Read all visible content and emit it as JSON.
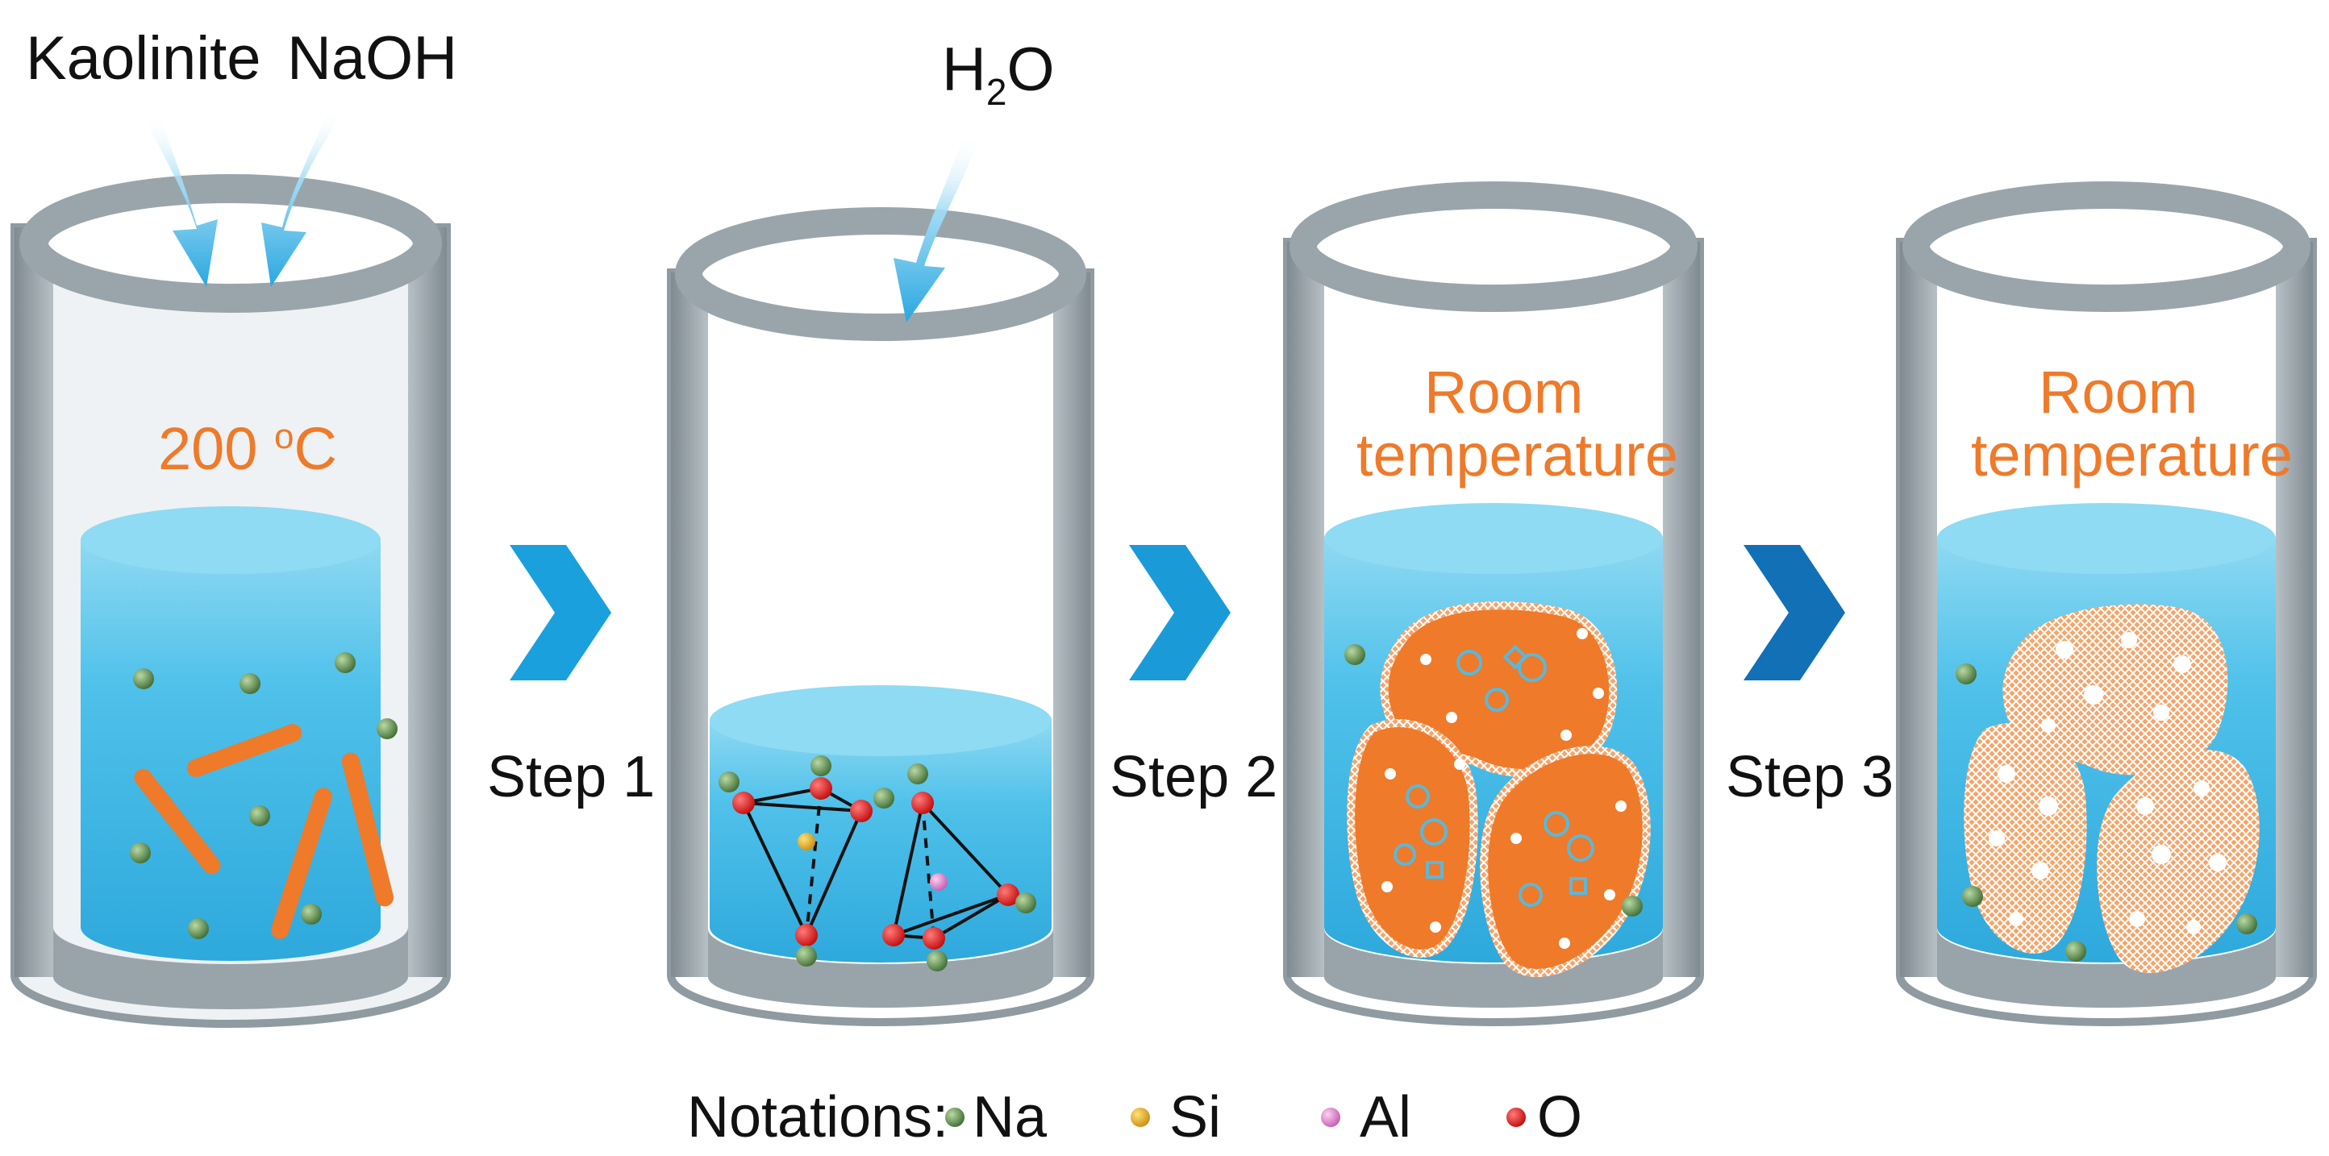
{
  "inputs": {
    "kaolinite": "Kaolinite",
    "naoh": "NaOH",
    "water_main": "H",
    "water_sub": "2",
    "water_tail": "O"
  },
  "beakers": [
    {
      "condition_lines": [
        "200 ",
        "o",
        "C"
      ]
    },
    {
      "condition_lines": []
    },
    {
      "condition_lines": [
        "Room",
        "temperature"
      ]
    },
    {
      "condition_lines": [
        "Room",
        "temperature"
      ]
    }
  ],
  "steps": [
    "Step 1",
    "Step 2",
    "Step 3"
  ],
  "legend": {
    "title": "Notations:",
    "items": [
      {
        "label": "Na",
        "color": "#5f8f4a"
      },
      {
        "label": "Si",
        "color": "#e0b22a"
      },
      {
        "label": "Al",
        "color": "#e58ed6"
      },
      {
        "label": "O",
        "color": "#e01b1b"
      }
    ]
  },
  "colors": {
    "solution": "#3cb9e6",
    "solution_top": "#6dd0ef",
    "glass": "#8f9aa1",
    "particle": "#ee7a2a",
    "chevron": "#1aa0dc",
    "arrow": "#5bc2ec"
  }
}
